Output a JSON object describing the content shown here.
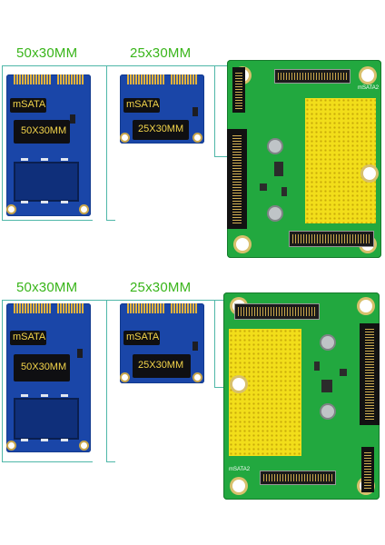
{
  "panels": [
    {
      "card_large": {
        "size_label": "50x30MM",
        "chip_label_top": "mSATA",
        "chip_label_bottom": "50X30MM"
      },
      "card_small": {
        "size_label": "25x30MM",
        "chip_label_top": "mSATA",
        "chip_label_bottom": "25X30MM"
      },
      "board": {
        "slot_label": "mSATA2"
      }
    },
    {
      "card_large": {
        "size_label": "50x30MM",
        "chip_label_top": "mSATA",
        "chip_label_bottom": "50X30MM"
      },
      "card_small": {
        "size_label": "25x30MM",
        "chip_label_top": "mSATA",
        "chip_label_bottom": "25X30MM"
      },
      "board": {
        "slot_label": "mSATA2"
      }
    }
  ],
  "colors": {
    "label_green": "#39b51a",
    "connector_teal": "#4fb7a8",
    "card_blue": "#1a46a8",
    "board_green": "#22a83f",
    "board_yellow": "#f2de1a"
  }
}
